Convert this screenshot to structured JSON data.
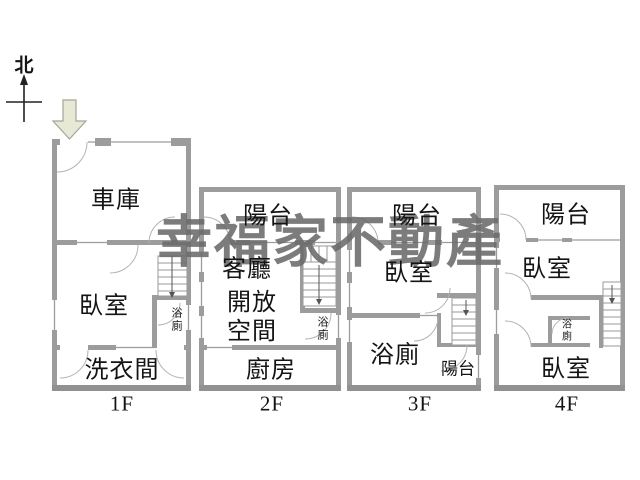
{
  "compass": {
    "north_label": "北"
  },
  "watermark": {
    "text": "幸福家不動產",
    "color": "#6a6a6a"
  },
  "entrance_arrow": {
    "direction": "down",
    "fill": "#e7e9d4"
  },
  "wall_color": "#9c9c9c",
  "floors": [
    {
      "label": "1F",
      "rooms": {
        "garage": "車庫",
        "bedroom": "臥室",
        "bath": "浴廁",
        "laundry": "洗衣間"
      }
    },
    {
      "label": "2F",
      "rooms": {
        "balcony": "陽台",
        "living": "客廳",
        "open_space": "開放空間",
        "bath": "浴廁",
        "kitchen": "廚房"
      }
    },
    {
      "label": "3F",
      "rooms": {
        "balcony": "陽台",
        "bedroom": "臥室",
        "bath": "浴廁",
        "balcony2": "陽台"
      }
    },
    {
      "label": "4F",
      "rooms": {
        "balcony": "陽台",
        "bedroom": "臥室",
        "bath": "浴廁",
        "bedroom2": "臥室"
      }
    }
  ]
}
